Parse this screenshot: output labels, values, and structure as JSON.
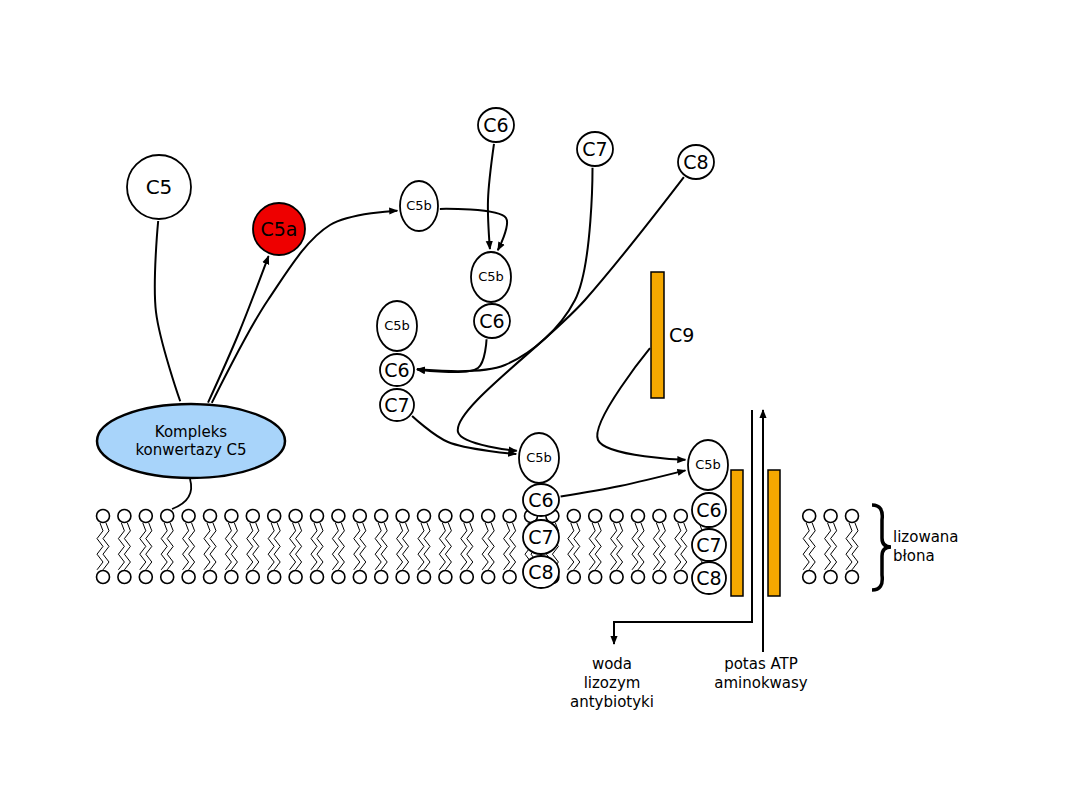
{
  "diagram": {
    "nodes": [
      {
        "text": [
          "C5"
        ]
      },
      {
        "text": [
          "C5a"
        ]
      },
      {
        "text": [
          "C5b"
        ]
      },
      {
        "text": [
          "C6"
        ]
      },
      {
        "text": [
          "C7"
        ]
      },
      {
        "text": [
          "C8"
        ]
      },
      {
        "text": [
          "C5b"
        ]
      },
      {
        "text": [
          "C6"
        ]
      },
      {
        "text": [
          "C5b"
        ]
      },
      {
        "text": [
          "C6"
        ]
      },
      {
        "text": [
          "C7"
        ]
      },
      {
        "text": [
          "C9"
        ]
      },
      {
        "text": [
          "Kompleks konwertazy C5"
        ]
      },
      {
        "text": [
          "C5b"
        ]
      },
      {
        "text": [
          "C6"
        ]
      },
      {
        "text": [
          "C7"
        ]
      },
      {
        "text": [
          "C8"
        ]
      },
      {
        "text": [
          "C5b"
        ]
      },
      {
        "text": [
          "C6"
        ]
      },
      {
        "text": [
          "C7"
        ]
      },
      {
        "text": [
          "C8"
        ]
      }
    ],
    "edges": [
      {
        "from": 0,
        "to": 12,
        "arrow": "none"
      },
      {
        "from": 12,
        "to": 1,
        "arrow": "to"
      },
      {
        "from": 12,
        "to": 2,
        "arrow": "to"
      },
      {
        "from": 2,
        "to": 6,
        "arrow": "to"
      },
      {
        "from": 3,
        "to": 6,
        "arrow": "to"
      },
      {
        "from": 7,
        "to": 9,
        "arrow": "to"
      },
      {
        "from": 4,
        "to": 9,
        "arrow": "to"
      },
      {
        "from": 10,
        "to": 13,
        "arrow": "to"
      },
      {
        "from": 5,
        "to": 13,
        "arrow": "to"
      },
      {
        "from": 14,
        "to": 17,
        "arrow": "to"
      },
      {
        "from": 11,
        "to": 17,
        "arrow": "to"
      }
    ],
    "labels": [
      "lizowana błona",
      "woda lizozym antybiotyki",
      "potas ATP aminokwasy"
    ]
  }
}
